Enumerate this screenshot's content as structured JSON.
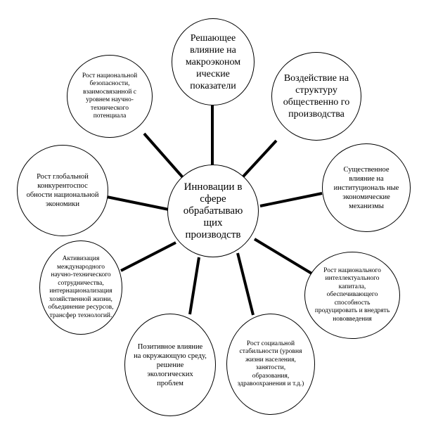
{
  "center": {
    "text": "Инновации в сфере обрабатываю щих производств"
  },
  "nodes": [
    {
      "id": "macro",
      "text": "Решающее влияние на макроэконом ические показатели"
    },
    {
      "id": "structure",
      "text": "Воздействие на структуру общественно го производства"
    },
    {
      "id": "institutional",
      "text": "Существенное влияние на институциональ ные экономические механизмы"
    },
    {
      "id": "intellectual",
      "text": "Рост национального интеллектуального капитала, обеспечивающего способность продуцировать и внедрять нововведения"
    },
    {
      "id": "social",
      "text": "Рост социальной стабильности (уровня жизни населения, занятости, образования, здравоохранения и т.д.)"
    },
    {
      "id": "ecology",
      "text": "Позитивное влияние на окружающую среду, решение экологических проблем"
    },
    {
      "id": "cooperation",
      "text": "Активизация международного научно-технического сотрудничества, интернационализация хозяйственной жизни, объединение ресурсов, трансфер технологий."
    },
    {
      "id": "competitiveness",
      "text": "Рост глобальной конкурентоспос обности национальной экономики"
    },
    {
      "id": "security",
      "text": "Рост национальной безопасности, взаимосвязанной с уровнем научно-технического потенциала"
    }
  ]
}
